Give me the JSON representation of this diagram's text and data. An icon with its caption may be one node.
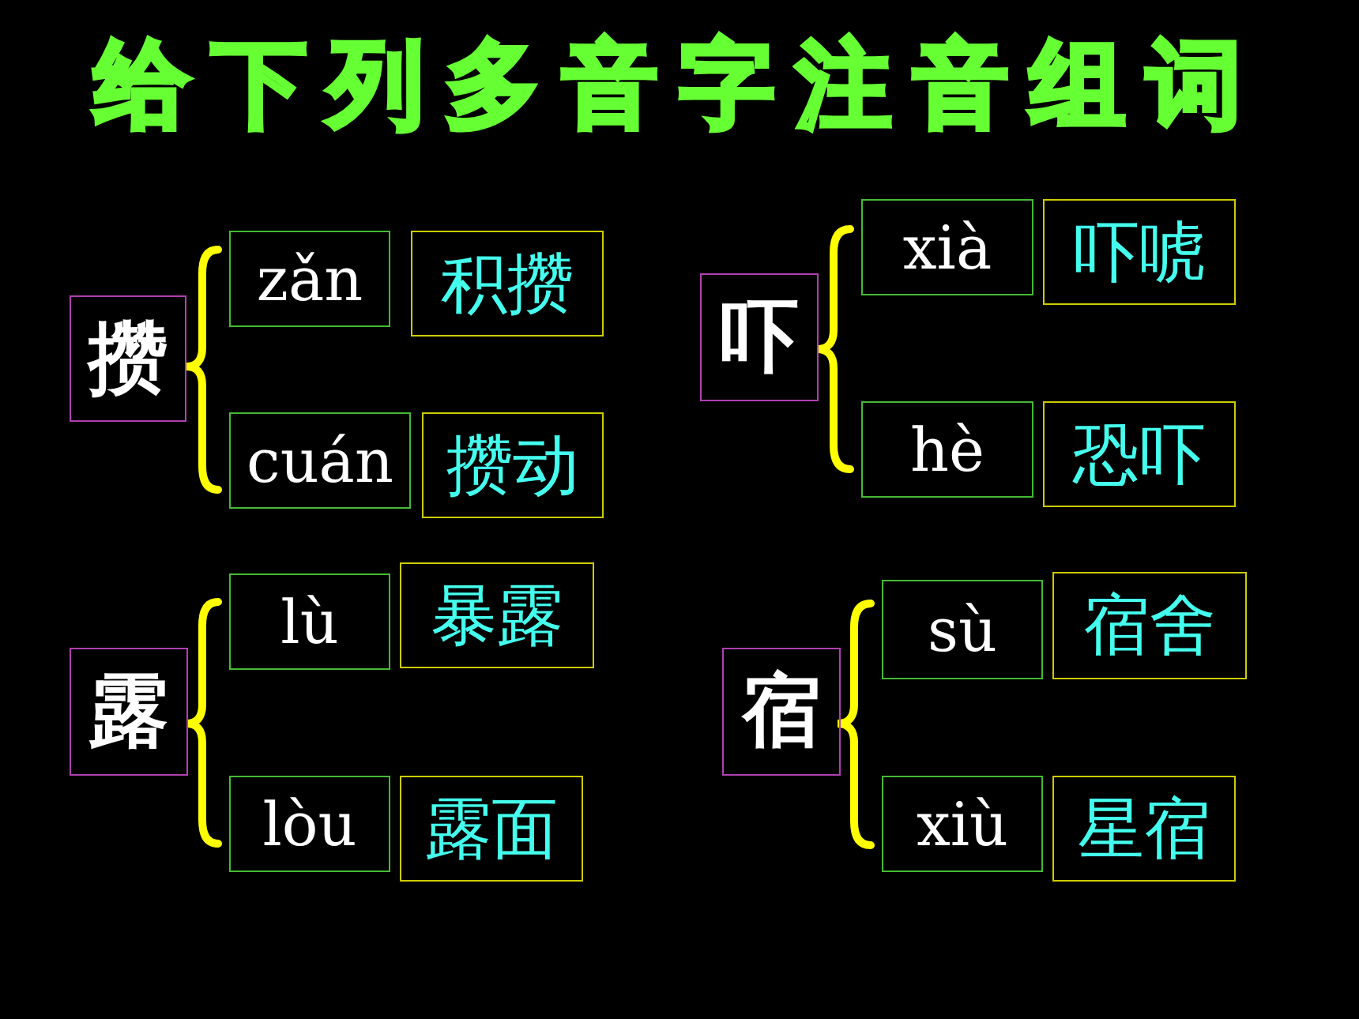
{
  "diagram": {
    "title": "给下列多音字注音组词",
    "nodes": [
      {
        "text": [
          "攒"
        ]
      },
      {
        "text": [
          "zǎn"
        ]
      },
      {
        "text": [
          "积攒"
        ]
      },
      {
        "text": [
          "cuán"
        ]
      },
      {
        "text": [
          "攒动"
        ]
      },
      {
        "text": [
          "吓"
        ]
      },
      {
        "text": [
          "xià"
        ]
      },
      {
        "text": [
          "吓唬"
        ]
      },
      {
        "text": [
          "hè"
        ]
      },
      {
        "text": [
          "恐吓"
        ]
      },
      {
        "text": [
          "露"
        ]
      },
      {
        "text": [
          "lù"
        ]
      },
      {
        "text": [
          "暴露"
        ]
      },
      {
        "text": [
          "lòu"
        ]
      },
      {
        "text": [
          "露面"
        ]
      },
      {
        "text": [
          "宿"
        ]
      },
      {
        "text": [
          "sù"
        ]
      },
      {
        "text": [
          "宿舍"
        ]
      },
      {
        "text": [
          "xiù"
        ]
      },
      {
        "text": [
          "星宿"
        ]
      }
    ]
  }
}
